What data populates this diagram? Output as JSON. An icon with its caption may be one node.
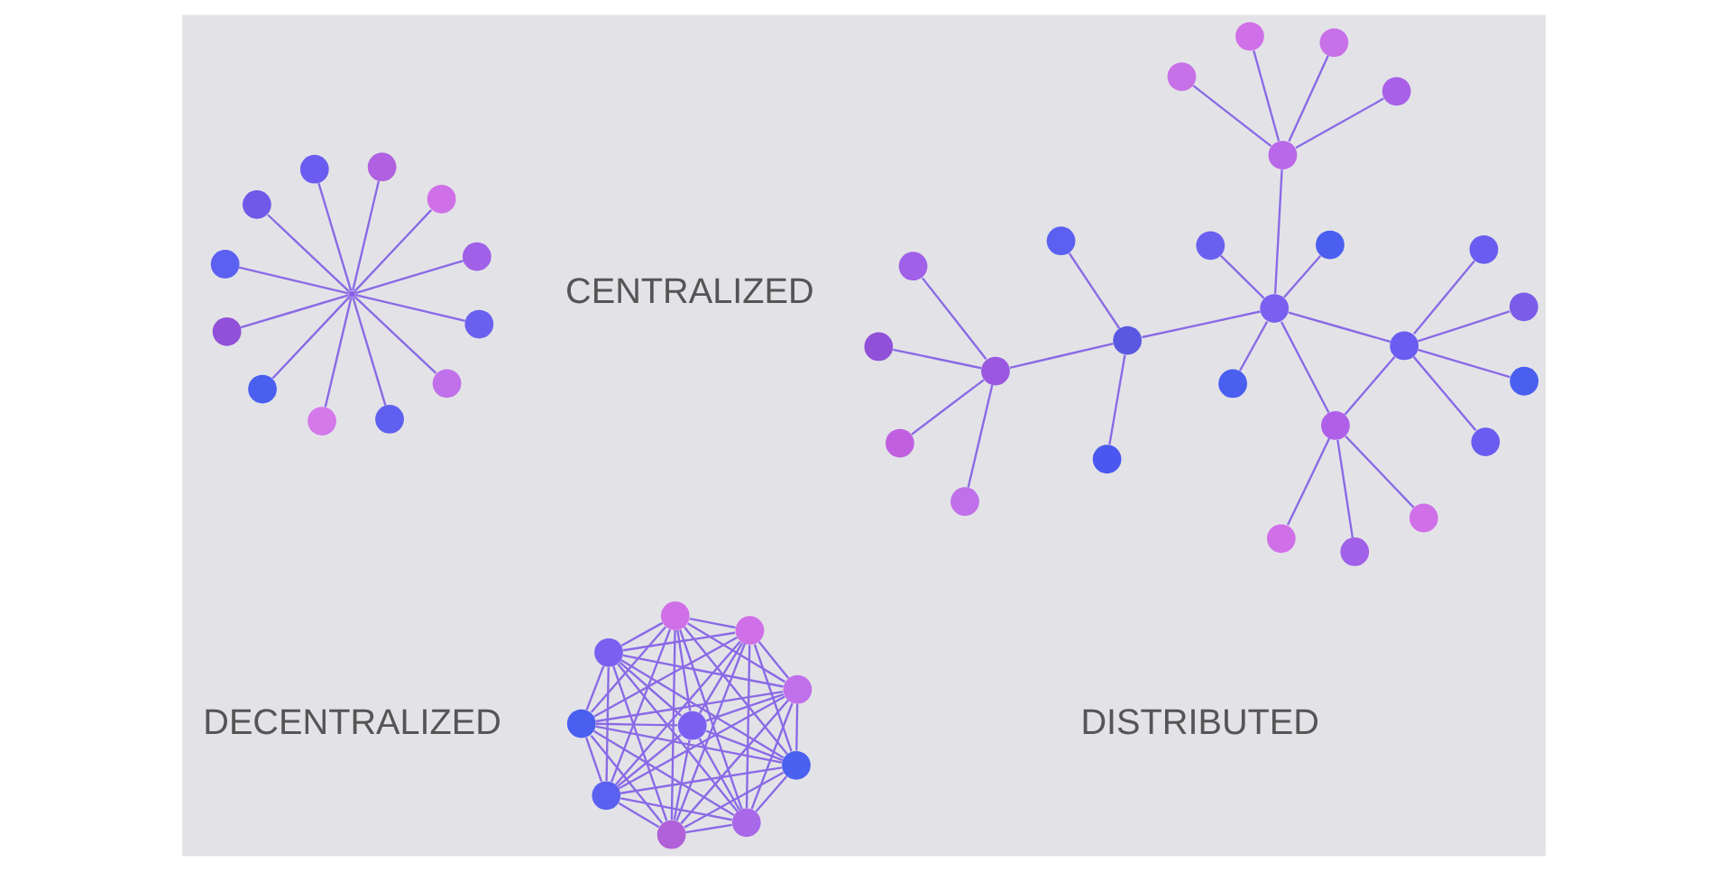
{
  "diagram": {
    "nodes": [
      {
        "text": [],
        "shape": "circle"
      },
      {
        "text": [],
        "shape": "circle"
      },
      {
        "text": [],
        "shape": "circle"
      },
      {
        "text": [],
        "shape": "circle"
      },
      {
        "text": [],
        "shape": "circle"
      },
      {
        "text": [],
        "shape": "circle"
      },
      {
        "text": [],
        "shape": "circle"
      },
      {
        "text": [],
        "shape": "circle"
      },
      {
        "text": [],
        "shape": "circle"
      },
      {
        "text": [],
        "shape": "circle"
      },
      {
        "text": [],
        "shape": "circle"
      },
      {
        "text": [],
        "shape": "circle"
      },
      {
        "text": [],
        "shape": "point"
      },
      {
        "text": [],
        "shape": "circle"
      },
      {
        "text": [],
        "shape": "circle"
      },
      {
        "text": [],
        "shape": "circle"
      },
      {
        "text": [],
        "shape": "circle"
      },
      {
        "text": [],
        "shape": "circle"
      },
      {
        "text": [],
        "shape": "circle"
      },
      {
        "text": [],
        "shape": "circle"
      },
      {
        "text": [],
        "shape": "circle"
      },
      {
        "text": [],
        "shape": "circle"
      },
      {
        "text": [],
        "shape": "circle"
      },
      {
        "text": [],
        "shape": "circle"
      },
      {
        "text": [],
        "shape": "circle"
      },
      {
        "text": [],
        "shape": "circle"
      },
      {
        "text": [],
        "shape": "circle"
      },
      {
        "text": [],
        "shape": "circle"
      },
      {
        "text": [],
        "shape": "circle"
      },
      {
        "text": [],
        "shape": "circle"
      },
      {
        "text": [],
        "shape": "circle"
      },
      {
        "text": [],
        "shape": "circle"
      },
      {
        "text": [],
        "shape": "circle"
      },
      {
        "text": [],
        "shape": "circle"
      },
      {
        "text": [],
        "shape": "circle"
      },
      {
        "text": [],
        "shape": "circle"
      },
      {
        "text": [],
        "shape": "circle"
      },
      {
        "text": [],
        "shape": "circle"
      },
      {
        "text": [],
        "shape": "circle"
      },
      {
        "text": [],
        "shape": "circle"
      },
      {
        "text": [],
        "shape": "circle"
      },
      {
        "text": [],
        "shape": "circle"
      },
      {
        "text": [],
        "shape": "circle"
      },
      {
        "text": [],
        "shape": "circle"
      },
      {
        "text": [],
        "shape": "circle"
      },
      {
        "text": [],
        "shape": "circle"
      },
      {
        "text": [],
        "shape": "circle"
      },
      {
        "text": [],
        "shape": "circle"
      },
      {
        "text": [],
        "shape": "circle"
      }
    ],
    "edges": [
      {
        "from": 0,
        "to": 12,
        "arrow": "none"
      },
      {
        "from": 1,
        "to": 12,
        "arrow": "none"
      },
      {
        "from": 2,
        "to": 12,
        "arrow": "none"
      },
      {
        "from": 3,
        "to": 12,
        "arrow": "none"
      },
      {
        "from": 4,
        "to": 12,
        "arrow": "none"
      },
      {
        "from": 5,
        "to": 12,
        "arrow": "none"
      },
      {
        "from": 6,
        "to": 12,
        "arrow": "none"
      },
      {
        "from": 7,
        "to": 12,
        "arrow": "none"
      },
      {
        "from": 8,
        "to": 12,
        "arrow": "none"
      },
      {
        "from": 9,
        "to": 12,
        "arrow": "none"
      },
      {
        "from": 10,
        "to": 12,
        "arrow": "none"
      },
      {
        "from": 11,
        "to": 12,
        "arrow": "none"
      },
      {
        "from": 17,
        "to": 13,
        "arrow": "none"
      },
      {
        "from": 17,
        "to": 15,
        "arrow": "none"
      },
      {
        "from": 17,
        "to": 19,
        "arrow": "none"
      },
      {
        "from": 17,
        "to": 21,
        "arrow": "none"
      },
      {
        "from": 17,
        "to": 18,
        "arrow": "none"
      },
      {
        "from": 18,
        "to": 16,
        "arrow": "none"
      },
      {
        "from": 18,
        "to": 14,
        "arrow": "none"
      },
      {
        "from": 18,
        "to": 20,
        "arrow": "none"
      },
      {
        "from": 17,
        "to": 27,
        "arrow": "none"
      },
      {
        "from": 18,
        "to": 27,
        "arrow": "none"
      },
      {
        "from": 27,
        "to": 24,
        "arrow": "none"
      },
      {
        "from": 27,
        "to": 22,
        "arrow": "none"
      },
      {
        "from": 27,
        "to": 29,
        "arrow": "none"
      },
      {
        "from": 27,
        "to": 28,
        "arrow": "none"
      },
      {
        "from": 28,
        "to": 23,
        "arrow": "none"
      },
      {
        "from": 28,
        "to": 25,
        "arrow": "none"
      },
      {
        "from": 28,
        "to": 26,
        "arrow": "none"
      },
      {
        "from": 28,
        "to": 30,
        "arrow": "none"
      },
      {
        "from": 27,
        "to": 35,
        "arrow": "none"
      },
      {
        "from": 35,
        "to": 31,
        "arrow": "none"
      },
      {
        "from": 35,
        "to": 37,
        "arrow": "none"
      },
      {
        "from": 35,
        "to": 34,
        "arrow": "none"
      },
      {
        "from": 34,
        "to": 33,
        "arrow": "none"
      },
      {
        "from": 34,
        "to": 32,
        "arrow": "none"
      },
      {
        "from": 34,
        "to": 36,
        "arrow": "none"
      },
      {
        "from": 34,
        "to": 38,
        "arrow": "none"
      },
      {
        "from": 39,
        "to": 40,
        "arrow": "none"
      },
      {
        "from": 39,
        "to": 41,
        "arrow": "none"
      },
      {
        "from": 39,
        "to": 42,
        "arrow": "none"
      },
      {
        "from": 39,
        "to": 43,
        "arrow": "none"
      },
      {
        "from": 39,
        "to": 44,
        "arrow": "none"
      },
      {
        "from": 39,
        "to": 45,
        "arrow": "none"
      },
      {
        "from": 39,
        "to": 46,
        "arrow": "none"
      },
      {
        "from": 39,
        "to": 47,
        "arrow": "none"
      },
      {
        "from": 39,
        "to": 48,
        "arrow": "none"
      },
      {
        "from": 40,
        "to": 41,
        "arrow": "none"
      },
      {
        "from": 40,
        "to": 42,
        "arrow": "none"
      },
      {
        "from": 40,
        "to": 43,
        "arrow": "none"
      },
      {
        "from": 40,
        "to": 44,
        "arrow": "none"
      },
      {
        "from": 40,
        "to": 45,
        "arrow": "none"
      },
      {
        "from": 40,
        "to": 46,
        "arrow": "none"
      },
      {
        "from": 40,
        "to": 47,
        "arrow": "none"
      },
      {
        "from": 40,
        "to": 48,
        "arrow": "none"
      },
      {
        "from": 41,
        "to": 42,
        "arrow": "none"
      },
      {
        "from": 41,
        "to": 43,
        "arrow": "none"
      },
      {
        "from": 41,
        "to": 44,
        "arrow": "none"
      },
      {
        "from": 41,
        "to": 45,
        "arrow": "none"
      },
      {
        "from": 41,
        "to": 46,
        "arrow": "none"
      },
      {
        "from": 41,
        "to": 47,
        "arrow": "none"
      },
      {
        "from": 41,
        "to": 48,
        "arrow": "none"
      },
      {
        "from": 42,
        "to": 43,
        "arrow": "none"
      },
      {
        "from": 42,
        "to": 44,
        "arrow": "none"
      },
      {
        "from": 42,
        "to": 45,
        "arrow": "none"
      },
      {
        "from": 42,
        "to": 46,
        "arrow": "none"
      },
      {
        "from": 42,
        "to": 47,
        "arrow": "none"
      },
      {
        "from": 42,
        "to": 48,
        "arrow": "none"
      },
      {
        "from": 43,
        "to": 44,
        "arrow": "none"
      },
      {
        "from": 43,
        "to": 45,
        "arrow": "none"
      },
      {
        "from": 43,
        "to": 46,
        "arrow": "none"
      },
      {
        "from": 43,
        "to": 47,
        "arrow": "none"
      },
      {
        "from": 43,
        "to": 48,
        "arrow": "none"
      },
      {
        "from": 44,
        "to": 45,
        "arrow": "none"
      },
      {
        "from": 44,
        "to": 46,
        "arrow": "none"
      },
      {
        "from": 44,
        "to": 47,
        "arrow": "none"
      },
      {
        "from": 44,
        "to": 48,
        "arrow": "none"
      },
      {
        "from": 45,
        "to": 46,
        "arrow": "none"
      },
      {
        "from": 45,
        "to": 47,
        "arrow": "none"
      },
      {
        "from": 45,
        "to": 48,
        "arrow": "none"
      },
      {
        "from": 46,
        "to": 47,
        "arrow": "none"
      },
      {
        "from": 46,
        "to": 48,
        "arrow": "none"
      },
      {
        "from": 47,
        "to": 48,
        "arrow": "none"
      }
    ],
    "labels": [
      "CENTRALIZED",
      "DECENTRALIZED",
      "DISTRIBUTED"
    ]
  }
}
